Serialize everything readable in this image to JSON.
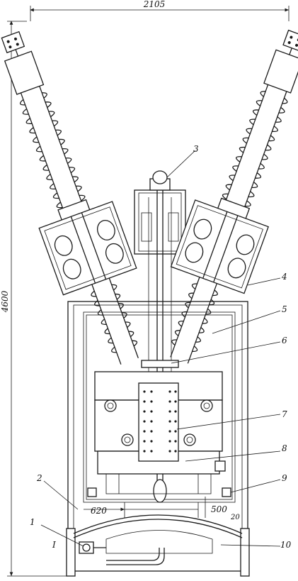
{
  "dimensions": {
    "width_label": "2105",
    "height_label": "4600",
    "left_dim": "620",
    "right_dim": "500",
    "small_dim": "20"
  },
  "callouts": [
    "1",
    "2",
    "3",
    "4",
    "5",
    "6",
    "7",
    "8",
    "9",
    "10"
  ],
  "side_mark": "I"
}
